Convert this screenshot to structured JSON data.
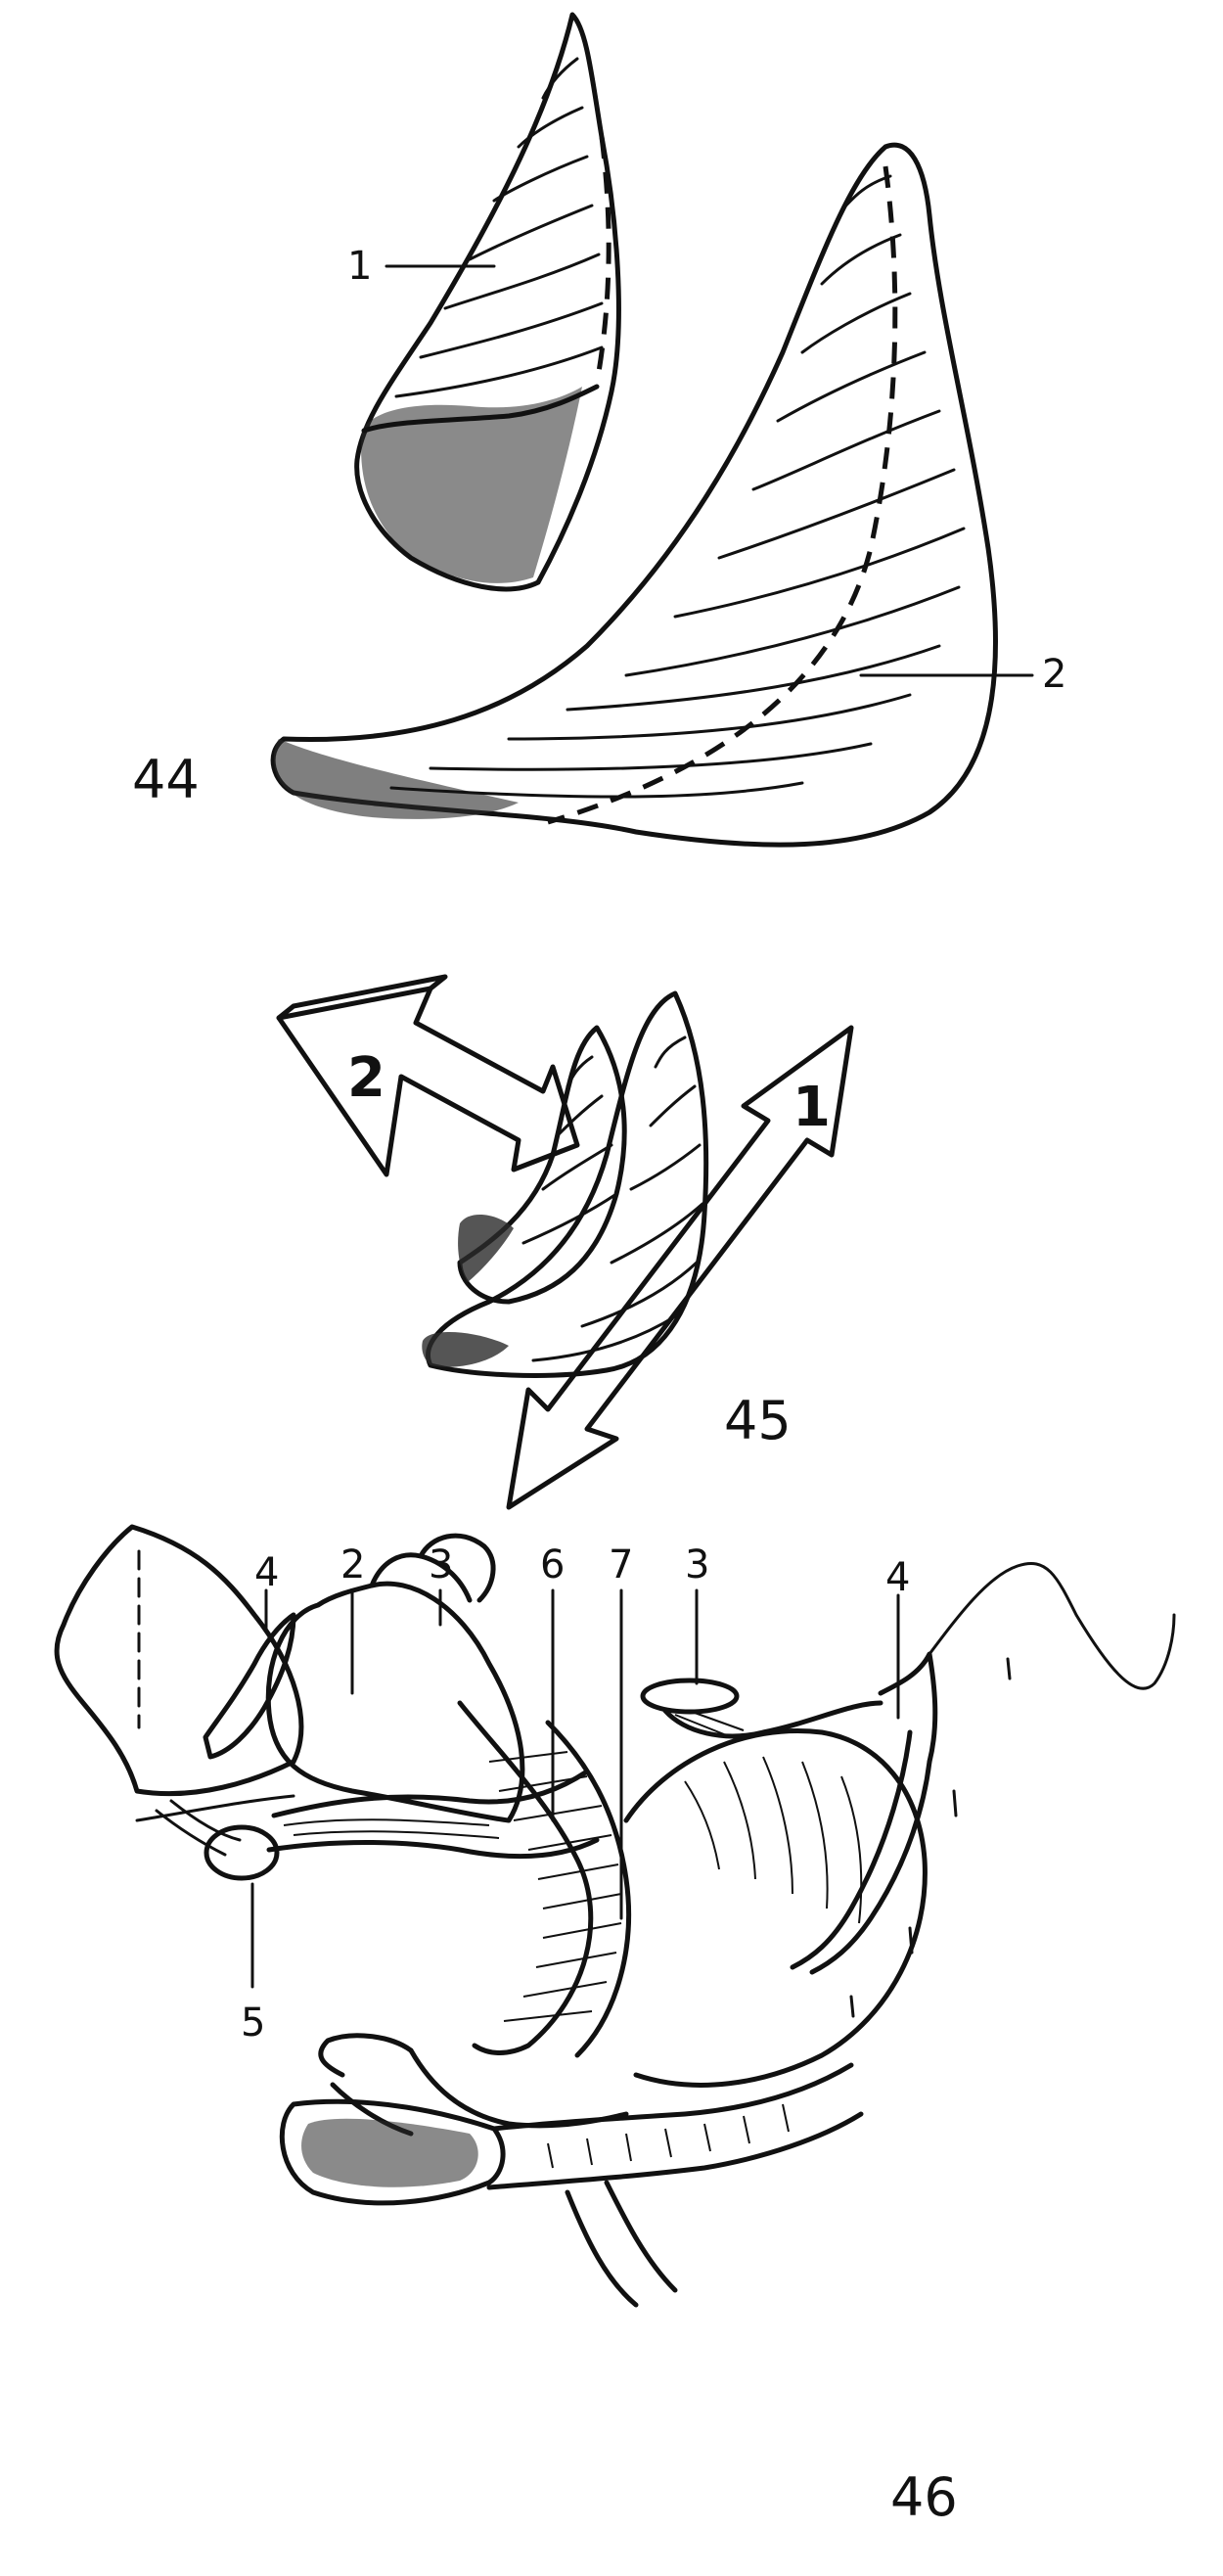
{
  "figures": [
    {
      "id": "fig44",
      "number": "44",
      "labels": [
        "1",
        "2"
      ]
    },
    {
      "id": "fig45",
      "number": "45",
      "arrow_labels": [
        "2",
        "1"
      ]
    },
    {
      "id": "fig46",
      "number": "46",
      "labels": [
        "4",
        "2",
        "3",
        "6",
        "7",
        "3",
        "4",
        "5"
      ]
    }
  ]
}
